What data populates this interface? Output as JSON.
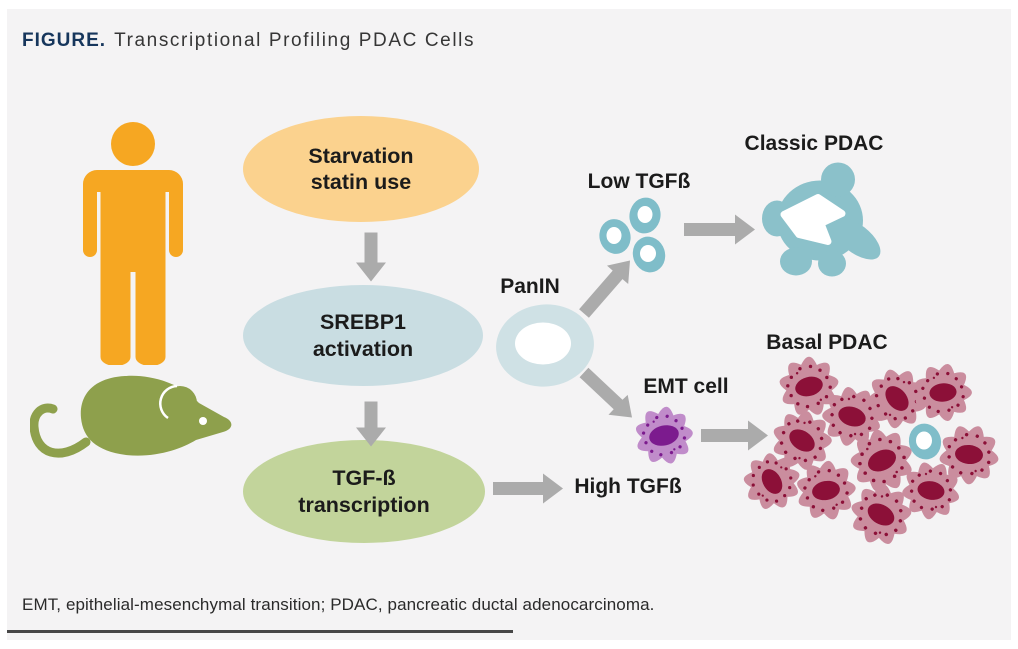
{
  "header": {
    "figure_label": "FIGURE.",
    "title": "Transcriptional Profiling PDAC Cells"
  },
  "diagram": {
    "nodes": {
      "starvation": "Starvation\nstatin use",
      "srebp1": "SREBP1\nactivation",
      "tgfb": "TGF-ß\ntranscription"
    },
    "labels": {
      "panin": "PanIN",
      "low_tgfb": "Low TGFß",
      "classic_pdac": "Classic PDAC",
      "emt_cell": "EMT cell",
      "high_tgfb": "High TGFß",
      "basal_pdac": "Basal PDAC"
    },
    "icons": {
      "human": "human-icon",
      "mouse": "mouse-icon",
      "panin": "panin-duct-cell-icon",
      "teal_cells": "low-tgfb-cells-icon",
      "classic_blob": "classic-pdac-gland-icon",
      "emt": "emt-cell-icon",
      "basal": "basal-pdac-cells-icon",
      "arrow": "flow-arrow-icon"
    },
    "colors": {
      "figure_label": "#16365c",
      "human": "#f6a722",
      "mouse": "#8ea04c",
      "starvation_fill": "#fbd28e",
      "srebp1_fill": "#c9dde2",
      "tgfb_fill": "#c2d49b",
      "panin_fill": "#cfe1e5",
      "teal_cell": "#7fbdc9",
      "classic_blob": "#8bc1ca",
      "emt_body": "#c08cca",
      "emt_nucleus": "#7c1b8e",
      "basal_body": "#ca8d9e",
      "basal_nucleus": "#8c1038",
      "arrow": "#ababab"
    }
  },
  "footer": {
    "abbreviations": "EMT, epithelial-mesenchymal transition; PDAC, pancreatic ductal adenocarcinoma."
  }
}
